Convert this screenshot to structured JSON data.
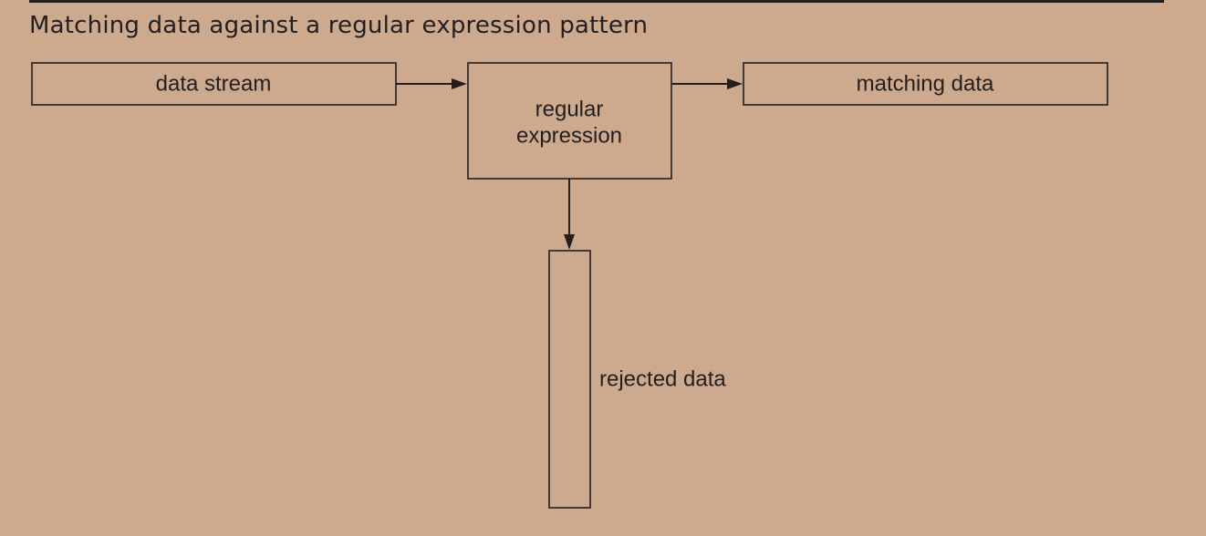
{
  "figure": {
    "title": "Matching data against a regular expression pattern"
  },
  "diagram": {
    "input_label": "data stream",
    "process_label_line1": "regular",
    "process_label_line2": "expression",
    "match_output_label": "matching data",
    "reject_output_label": "rejected data"
  },
  "colors": {
    "background": "#cda98d",
    "ink": "#231f20"
  }
}
